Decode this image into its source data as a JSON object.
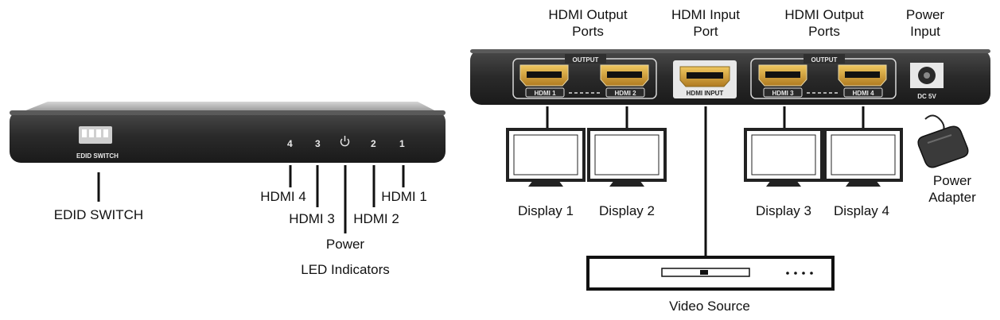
{
  "front_panel": {
    "dip_label": "EDID SWITCH",
    "led_numbers": [
      "4",
      "3",
      "2",
      "1"
    ],
    "callouts": {
      "edid_switch": "EDID SWITCH",
      "hdmi4": "HDMI 4",
      "hdmi3": "HDMI 3",
      "hdmi2": "HDMI 2",
      "hdmi1": "HDMI 1",
      "power": "Power",
      "led_indicators": "LED Indicators"
    }
  },
  "rear_panel": {
    "output_group_label": "OUTPUT",
    "port_labels": {
      "hdmi1": "HDMI 1",
      "hdmi2": "HDMI 2",
      "hdmi_input": "HDMI INPUT",
      "hdmi3": "HDMI 3",
      "hdmi4": "HDMI 4",
      "dc": "DC 5V"
    },
    "headings": {
      "output_left_1": "HDMI Output",
      "output_left_2": "Ports",
      "input_1": "HDMI Input",
      "input_2": "Port",
      "output_right_1": "HDMI Output",
      "output_right_2": "Ports",
      "power_1": "Power",
      "power_2": "Input"
    }
  },
  "displays": [
    "Display 1",
    "Display 2",
    "Display 3",
    "Display 4"
  ],
  "power_adapter": {
    "line1": "Power",
    "line2": "Adapter"
  },
  "video_source": "Video Source"
}
